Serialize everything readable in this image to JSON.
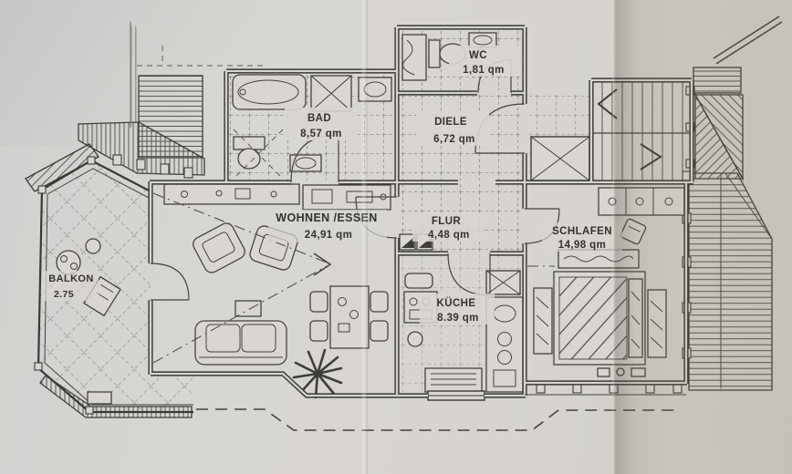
{
  "plan": {
    "unit": "qm",
    "rooms": {
      "bad": {
        "label": "BAD",
        "area": "8,57 qm"
      },
      "wc": {
        "label": "WC",
        "area": "1,81 qm"
      },
      "diele": {
        "label": "DIELE",
        "area": "6,72 qm"
      },
      "wohnen": {
        "label": "WOHNEN /ESSEN",
        "area": "24,91 qm"
      },
      "flur": {
        "label": "FLUR",
        "area": "4,48 qm"
      },
      "kueche": {
        "label": "KÜCHE",
        "area": "8.39 qm"
      },
      "schlafen": {
        "label": "SCHLAFEN",
        "area": "14,98 qm"
      },
      "balkon": {
        "label": "BALKON",
        "area": "2.75"
      }
    },
    "colors": {
      "paper_left": "#d8d6d3",
      "paper_right": "#c9c5bf",
      "fold_shadow": "#8e897f",
      "ink": "#3b3936",
      "tile_line": "#8f8c85"
    }
  }
}
